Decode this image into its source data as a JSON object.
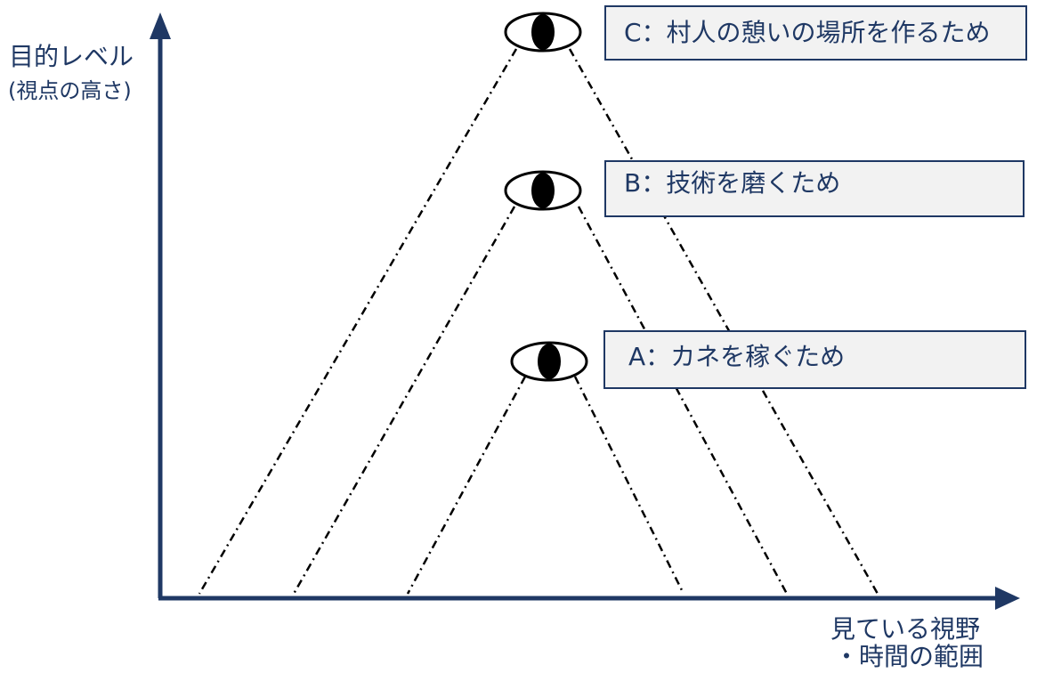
{
  "y_axis": {
    "label_line1": "目的レベル",
    "label_line2": "(視点の高さ)"
  },
  "x_axis": {
    "label_line1": "見ている視野",
    "label_line2": "・時間の範囲"
  },
  "levels": [
    {
      "id": "c",
      "label": "C：村人の憩いの場所を作るため"
    },
    {
      "id": "b",
      "label": "B：技術を磨くため"
    },
    {
      "id": "a",
      "label": "A：カネを稼ぐため"
    }
  ],
  "colors": {
    "axis": "#1f3864",
    "text": "#1f3864",
    "box_fill": "#f2f2f2",
    "box_border": "#1f3864",
    "eye": "#000000",
    "sight_lines": "#000000"
  },
  "icons": [
    "eye-icon"
  ]
}
